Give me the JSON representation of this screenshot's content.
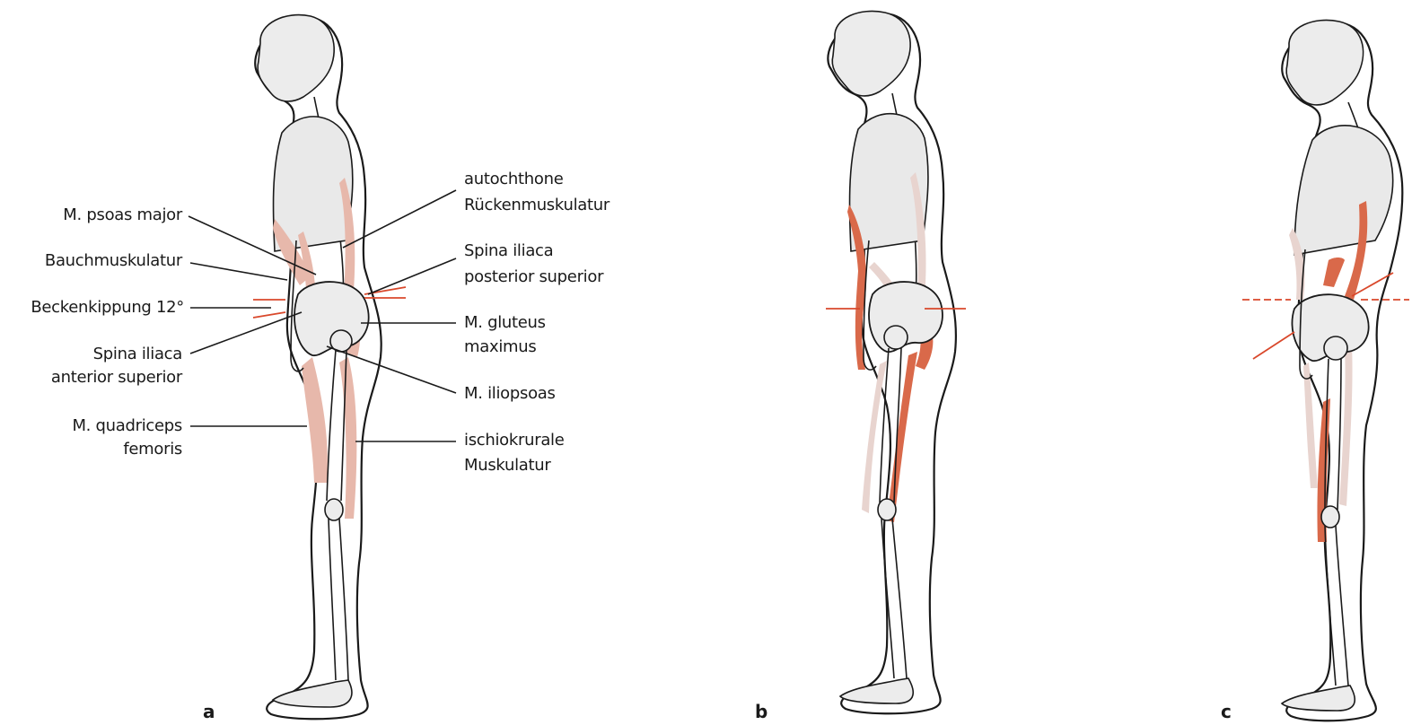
{
  "panels": {
    "a": {
      "letter": "a",
      "labels_left": {
        "psoas": "M. psoas major",
        "bauch": "Bauchmuskulatur",
        "becken": "Beckenkippung 12°",
        "spina_ant_1": "Spina iliaca",
        "spina_ant_2": "anterior superior",
        "quad_1": "M. quadriceps",
        "quad_2": "femoris"
      },
      "labels_right": {
        "auto_1": "autochthone",
        "auto_2": "Rückenmuskulatur",
        "spina_post_1": "Spina iliaca",
        "spina_post_2": "posterior superior",
        "glut_1": "M. gluteus",
        "glut_2": "maximus",
        "ilio": "M. iliopsoas",
        "ischio_1": "ischiokrurale",
        "ischio_2": "Muskulatur"
      }
    },
    "b": {
      "letter": "b"
    },
    "c": {
      "letter": "c"
    }
  },
  "colors": {
    "outline": "#1a1a1a",
    "bone_fill": "#ececec",
    "skin_fill": "#ffffff",
    "muscle_light": "#e7b8ab",
    "muscle_pale": "#e8d4cf",
    "muscle_strong": "#d9694a",
    "pelvis_line": "#d9482b"
  }
}
